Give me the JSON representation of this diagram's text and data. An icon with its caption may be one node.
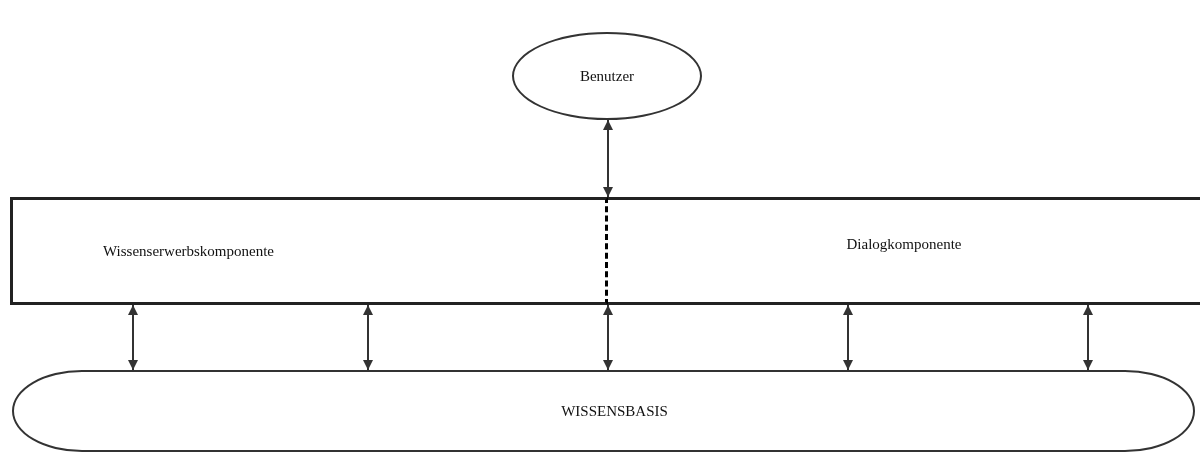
{
  "diagram": {
    "nodes": [
      {
        "text": [
          "Benutzer"
        ]
      },
      {
        "text": [
          "Wissenserwerbskomponente"
        ]
      },
      {
        "text": [
          "Dialogkomponente"
        ]
      },
      {
        "text": [
          "WISSENSBASIS"
        ]
      }
    ],
    "edges": [
      {
        "from": 0,
        "to": 2,
        "arrow": "both"
      },
      {
        "from": 1,
        "to": 3,
        "arrow": "both"
      },
      {
        "from": 1,
        "to": 3,
        "arrow": "both"
      },
      {
        "from": 2,
        "to": 3,
        "arrow": "both"
      },
      {
        "from": 2,
        "to": 3,
        "arrow": "both"
      },
      {
        "from": 2,
        "to": 3,
        "arrow": "both"
      }
    ]
  }
}
